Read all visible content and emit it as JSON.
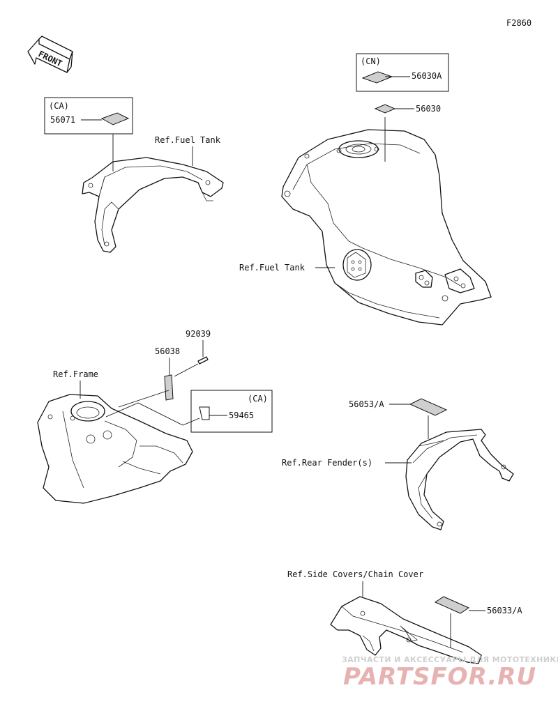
{
  "figure_code": "F2860",
  "front_label": "FRONT",
  "groups": {
    "ca_top": {
      "region": "(CA)",
      "part": "56071",
      "ref": "Ref.Fuel Tank"
    },
    "cn_box": {
      "region": "(CN)",
      "part": "56030A"
    },
    "fuel_tank": {
      "part": "56030",
      "ref": "Ref.Fuel Tank"
    },
    "frame": {
      "part_bolt": "92039",
      "part_label": "56038",
      "ref": "Ref.Frame",
      "region": "(CA)",
      "part_ca": "59465"
    },
    "rear_fender": {
      "part": "56053/A",
      "ref": "Ref.Rear Fender(s)"
    },
    "side_cover": {
      "ref": "Ref.Side Covers/Chain Cover",
      "part": "56033/A"
    }
  },
  "watermark": {
    "tagline": "ЗАПЧАСТИ И АКСЕССУАРЫ ДЛЯ МОТОТЕХНИКИ",
    "logo": "PARTSFOR.RU"
  }
}
